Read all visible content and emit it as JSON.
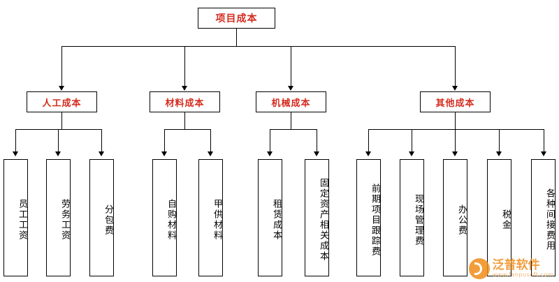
{
  "diagram": {
    "type": "tree",
    "orientation": "top-down",
    "root": {
      "label": "项目成本"
    },
    "branches": [
      {
        "label": "人工成本",
        "children": [
          {
            "label": "员工工资"
          },
          {
            "label": "劳务工资"
          },
          {
            "label": "分包费"
          }
        ]
      },
      {
        "label": "材料成本",
        "children": [
          {
            "label": "自购材料"
          },
          {
            "label": "甲供材料"
          }
        ]
      },
      {
        "label": "机械成本",
        "children": [
          {
            "label": "租赁成本"
          },
          {
            "label": "固定资产相关成本"
          }
        ]
      },
      {
        "label": "其他成本",
        "children": [
          {
            "label": "前期项目跟踪费"
          },
          {
            "label": "现场管理费"
          },
          {
            "label": "办公费"
          },
          {
            "label": "税金"
          },
          {
            "label": "各种间接费用"
          }
        ]
      }
    ]
  },
  "watermark": {
    "title": "泛普软件",
    "subtitle": "www.fanpusoft.com"
  },
  "colors": {
    "node_text_accent": "#d42b1e",
    "node_text_leaf": "#000000",
    "node_border": "#000000",
    "line": "#000000",
    "watermark_orange": "#f08c1a"
  }
}
